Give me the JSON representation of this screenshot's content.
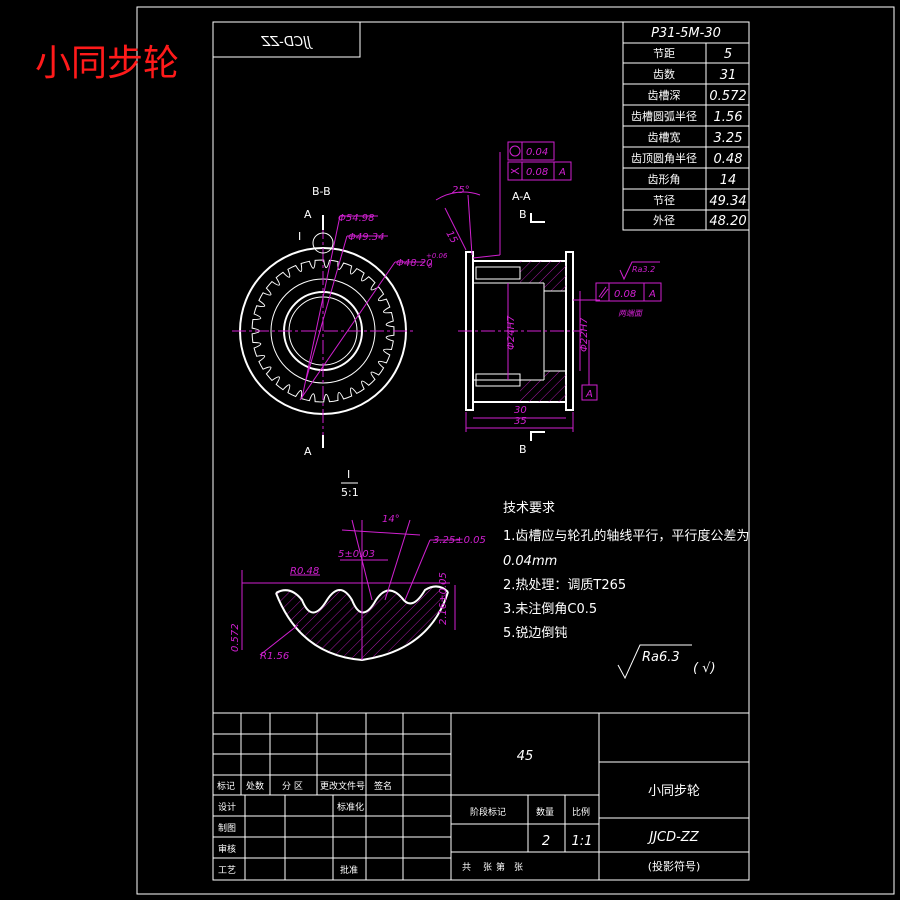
{
  "title": "小同步轮",
  "drawing_code_mirrored": "JJCD-ZZ",
  "params": {
    "header": "P31-5M-30",
    "rows": [
      {
        "label": "节距",
        "value": "5"
      },
      {
        "label": "齿数",
        "value": "31"
      },
      {
        "label": "齿槽深",
        "value": "0.572"
      },
      {
        "label": "齿槽圆弧半径",
        "value": "1.56"
      },
      {
        "label": "齿槽宽",
        "value": "3.25"
      },
      {
        "label": "齿顶圆角半径",
        "value": "0.48"
      },
      {
        "label": "齿形角",
        "value": "14"
      },
      {
        "label": "节径",
        "value": "49.34"
      },
      {
        "label": "外径",
        "value": "48.20"
      }
    ]
  },
  "views": {
    "section_bb": "B-B",
    "section_aa": "A-A",
    "label_a": "A",
    "label_b": "B",
    "label_i": "I",
    "detail_i": "I",
    "detail_scale": "5:1",
    "dia_54": "Φ54.98",
    "dia_49": "Φ49.34",
    "dia_48": "Φ48.20",
    "tol_up": "+0.06",
    "tol_low": "0",
    "dia_24": "Φ24H7",
    "dia_22": "Φ22H7",
    "len_30": "30",
    "len_35": "35",
    "angle_25": "25°",
    "len_15": "15",
    "tol_perp": "0.04",
    "tol_par": "0.08",
    "datum_a": "A",
    "tol_side": "0.08",
    "ra_side": "Ra3.2",
    "both_sides": "两端面"
  },
  "detail": {
    "angle_14": "14°",
    "width_325": "3.25±0.05",
    "pitch_5": "5±0.03",
    "r_048": "R0.48",
    "depth_216": "2.16±0.05",
    "h_0572": "0.572",
    "r_156": "R1.56"
  },
  "requirements": {
    "heading": "技术要求",
    "lines": [
      "1.齿槽应与轮孔的轴线平行，平行度公差为",
      "0.04mm",
      "2.热处理：调质T265",
      "3.未注倒角C0.5",
      "5.锐边倒钝"
    ]
  },
  "roughness": "Ra6.3",
  "roughness_suffix": "(  √)",
  "title_block": {
    "material": "45",
    "part_name": "小同步轮",
    "drawing_no": "JJCD-ZZ",
    "project_code": "(投影符号)",
    "labels": {
      "biaoji": "标记",
      "chushu": "处数",
      "fenqu": "分 区",
      "genggai": "更改文件号",
      "qianming": "签名",
      "sheji": "设计",
      "biaozhunhua": "标准化",
      "zhitu": "制图",
      "shenhe": "审核",
      "gongyi": "工艺",
      "pizhun": "批准",
      "jieduan": "阶段标记",
      "zhongliang": "数量",
      "bili": "比例",
      "gong": "共",
      "zhang1": "张",
      "di": "第",
      "zhang2": "张"
    },
    "quantity": "2",
    "scale": "1:1"
  }
}
